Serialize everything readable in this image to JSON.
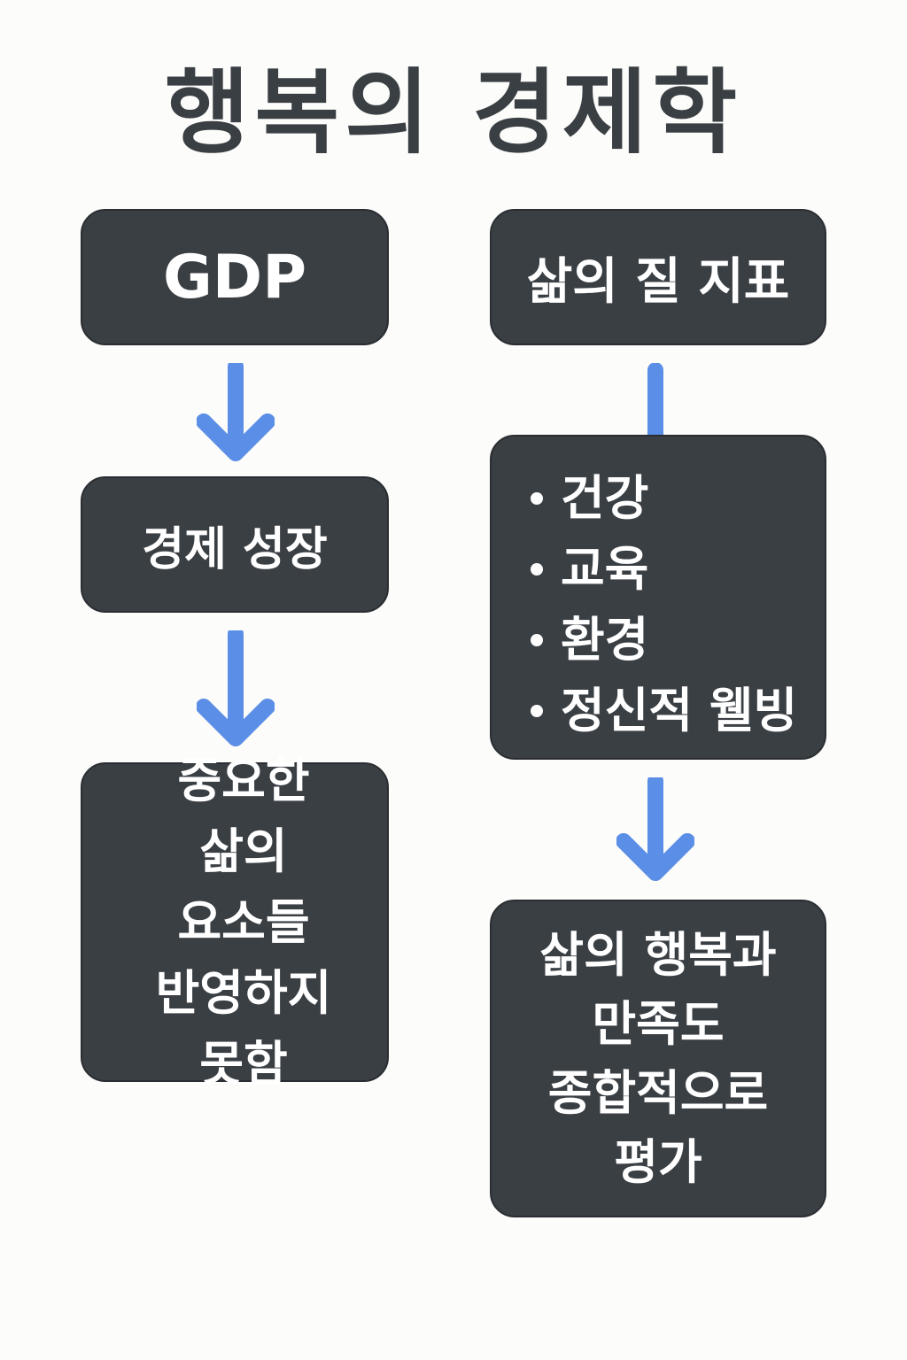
{
  "title": "행복의 경제학",
  "left": {
    "gdp": "GDP",
    "growth": "경제 성장",
    "limits": "중요한 삶의 요소들 반영하지 못함"
  },
  "right": {
    "qol": "삶의 질 지표",
    "indicators": [
      "건강",
      "교육",
      "환경",
      "정신적 웰빙"
    ],
    "result": "삶의 행복과 만족도 종합적으로 평가"
  },
  "colors": {
    "background": "#fcfcfa",
    "box": "#3a3f44",
    "text": "#ffffff",
    "title": "#3a3f44",
    "arrow": "#5b8ee6"
  }
}
